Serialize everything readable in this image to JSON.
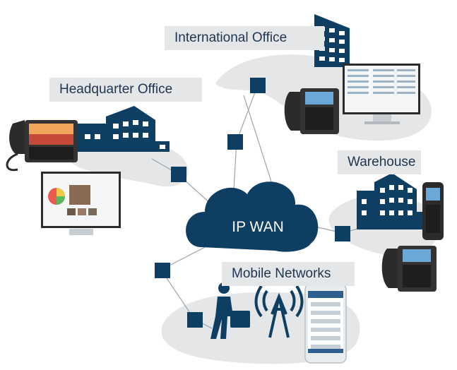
{
  "labels": {
    "international_office": "International Office",
    "headquarter_office": "Headquarter Office",
    "warehouse": "Warehouse",
    "mobile_networks": "Mobile Networks",
    "cloud": "IP WAN"
  },
  "colors": {
    "navy": "#0f3e63",
    "panel": "#e4e6e8",
    "line": "#9aa4ad"
  },
  "icons": [
    "building-icon",
    "desk-phone-icon",
    "video-phone-icon",
    "monitor-icon",
    "cordless-phone-icon",
    "smartphone-icon",
    "traveler-icon",
    "radio-tower-icon",
    "cloud-icon",
    "connector-node-icon"
  ]
}
